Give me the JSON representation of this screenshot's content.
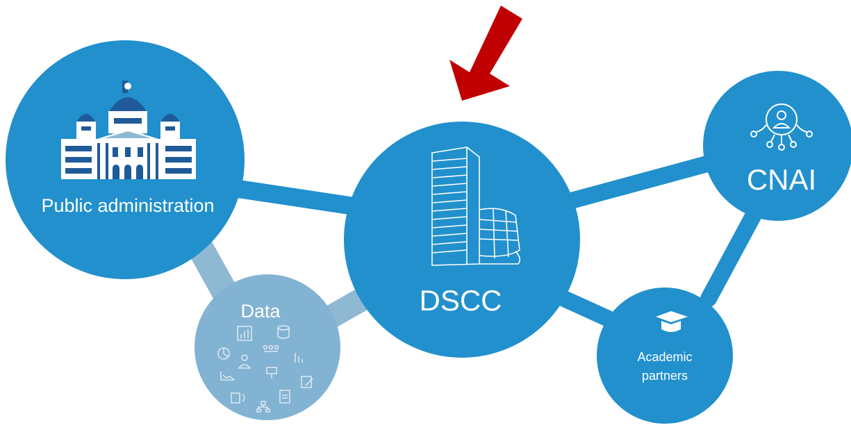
{
  "nodes": {
    "public_administration": {
      "label": "Public administration"
    },
    "data": {
      "label": "Data"
    },
    "dscc": {
      "label": "DSCC"
    },
    "cnai": {
      "label": "CNAI"
    },
    "academic_partners": {
      "label_line1": "Academic",
      "label_line2": "partners"
    }
  },
  "colors": {
    "primary_blue": "#2190cd",
    "data_blue": "#83b3d2",
    "connector_blue": "#2190cd",
    "connector_faded": "#8fb8d3",
    "arrow_red": "#c00000",
    "building_dark": "#1f5a99"
  },
  "icons": {
    "public_administration": "parliament-building-icon",
    "data": "data-analytics-icons",
    "dscc": "office-tower-icon",
    "cnai": "network-person-icon",
    "academic_partners": "graduation-cap-icon",
    "pointer": "red-arrow-icon"
  }
}
